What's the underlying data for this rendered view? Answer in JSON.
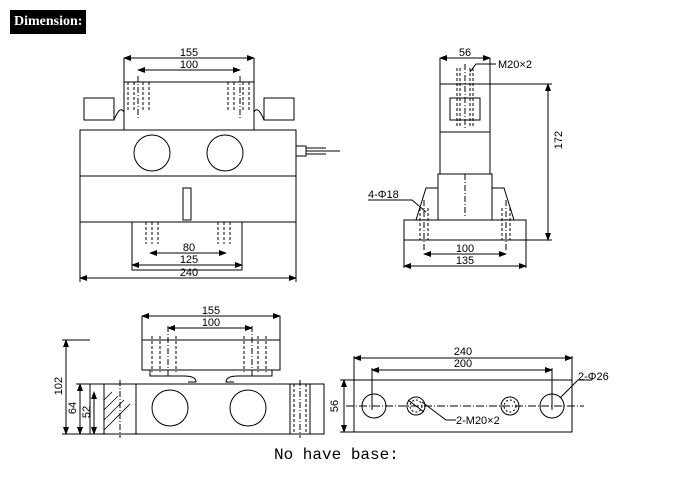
{
  "header": {
    "label": "Dimension:"
  },
  "front_view": {
    "dim_top_outer": "155",
    "dim_top_inner": "100",
    "dim_bottom_inner": "80",
    "dim_bottom_mid": "125",
    "dim_bottom_outer": "240"
  },
  "side_view": {
    "dim_top": "56",
    "thread_label": "M20×2",
    "dim_height": "172",
    "hole_label": "4-Φ18",
    "dim_base_inner": "100",
    "dim_base_outer": "135"
  },
  "no_base_front": {
    "dim_top_outer": "155",
    "dim_top_inner": "100",
    "dim_h_total": "102",
    "dim_h_mid": "64",
    "dim_h_low": "52"
  },
  "no_base_plan": {
    "dim_outer": "240",
    "dim_inner": "200",
    "dim_height": "56",
    "hole_label": "2-Φ26",
    "thread_label": "2-M20×2"
  },
  "caption": "No have base:"
}
